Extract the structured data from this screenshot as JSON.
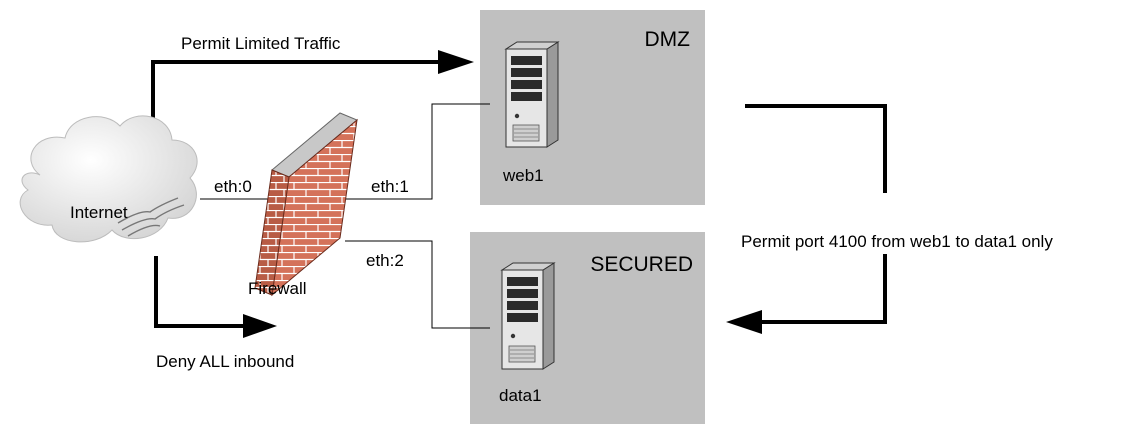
{
  "flows": {
    "permit_limited": "Permit Limited Traffic",
    "deny_all": "Deny ALL inbound",
    "permit_port": "Permit port 4100 from web1 to data1 only"
  },
  "nodes": {
    "internet": "Internet",
    "firewall": "Firewall",
    "web1": "web1",
    "data1": "data1"
  },
  "interfaces": {
    "eth0": "eth:0",
    "eth1": "eth:1",
    "eth2": "eth:2"
  },
  "zones": {
    "dmz": "DMZ",
    "secured": "SECURED"
  },
  "colors": {
    "zone_fill": "#c0c0c0",
    "brick": "#d4725a",
    "mortar": "#ffffff",
    "cloud": "#e8e8e8",
    "arrow": "#000000"
  }
}
